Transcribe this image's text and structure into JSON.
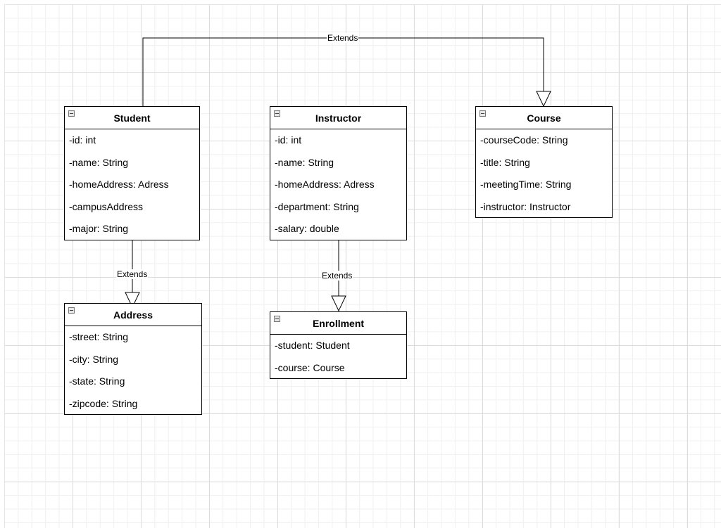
{
  "classes": [
    {
      "name": "Student",
      "attributes": [
        "-id: int",
        "-name: String",
        "-homeAddress: Adress",
        "-campusAddress",
        "-major: String"
      ]
    },
    {
      "name": "Instructor",
      "attributes": [
        "-id: int",
        "-name: String",
        "-homeAddress: Adress",
        "-department: String",
        "-salary: double"
      ]
    },
    {
      "name": "Course",
      "attributes": [
        "-courseCode: String",
        "-title: String",
        "-meetingTime: String",
        "-instructor: Instructor"
      ]
    },
    {
      "name": "Address",
      "attributes": [
        "-street: String",
        "-city: String",
        "-state: String",
        "-zipcode: String"
      ]
    },
    {
      "name": "Enrollment",
      "attributes": [
        "-student: Student",
        "-course: Course"
      ]
    }
  ],
  "edges": [
    {
      "from": "Student",
      "to": "Course",
      "label": "Extends"
    },
    {
      "from": "Student",
      "to": "Address",
      "label": "Extends"
    },
    {
      "from": "Instructor",
      "to": "Enrollment",
      "label": "Extends"
    }
  ]
}
